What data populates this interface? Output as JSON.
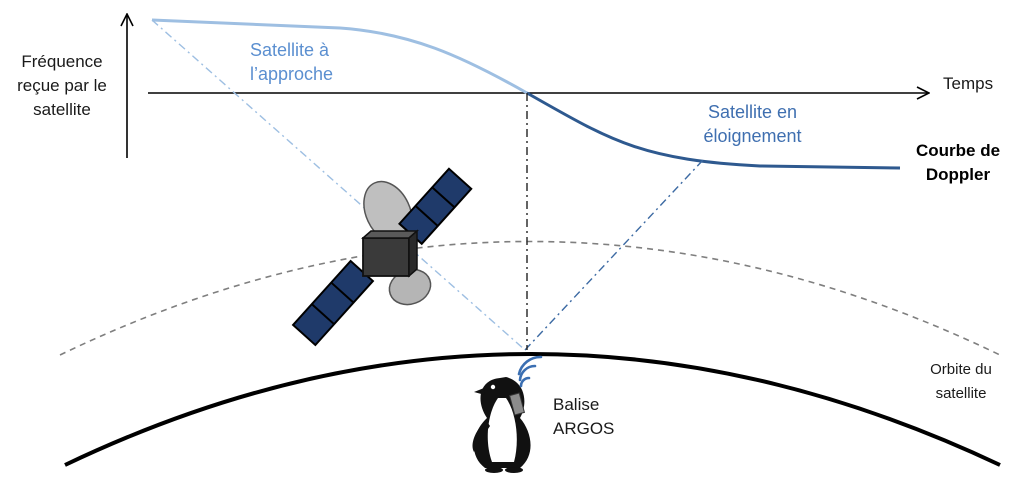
{
  "axis": {
    "ylabel_lines": [
      "Fréquence",
      "reçue par le",
      "satellite"
    ],
    "xlabel": "Temps"
  },
  "curve": {
    "approach_lines": [
      "Satellite à",
      "l’approche"
    ],
    "recede_lines": [
      "Satellite en",
      "éloignement"
    ],
    "title_lines": [
      "Courbe de",
      "Doppler"
    ]
  },
  "orbit": {
    "label_lines": [
      "Orbite du",
      "satellite"
    ]
  },
  "beacon": {
    "label_lines": [
      "Balise",
      "ARGOS"
    ]
  },
  "colors": {
    "approach": "#9dbde0",
    "recede": "#2f5a8f",
    "orbit": "#7f7f7f",
    "earth": "#000000",
    "panel": "#1f3a6a",
    "body": "#3a3a3a"
  }
}
